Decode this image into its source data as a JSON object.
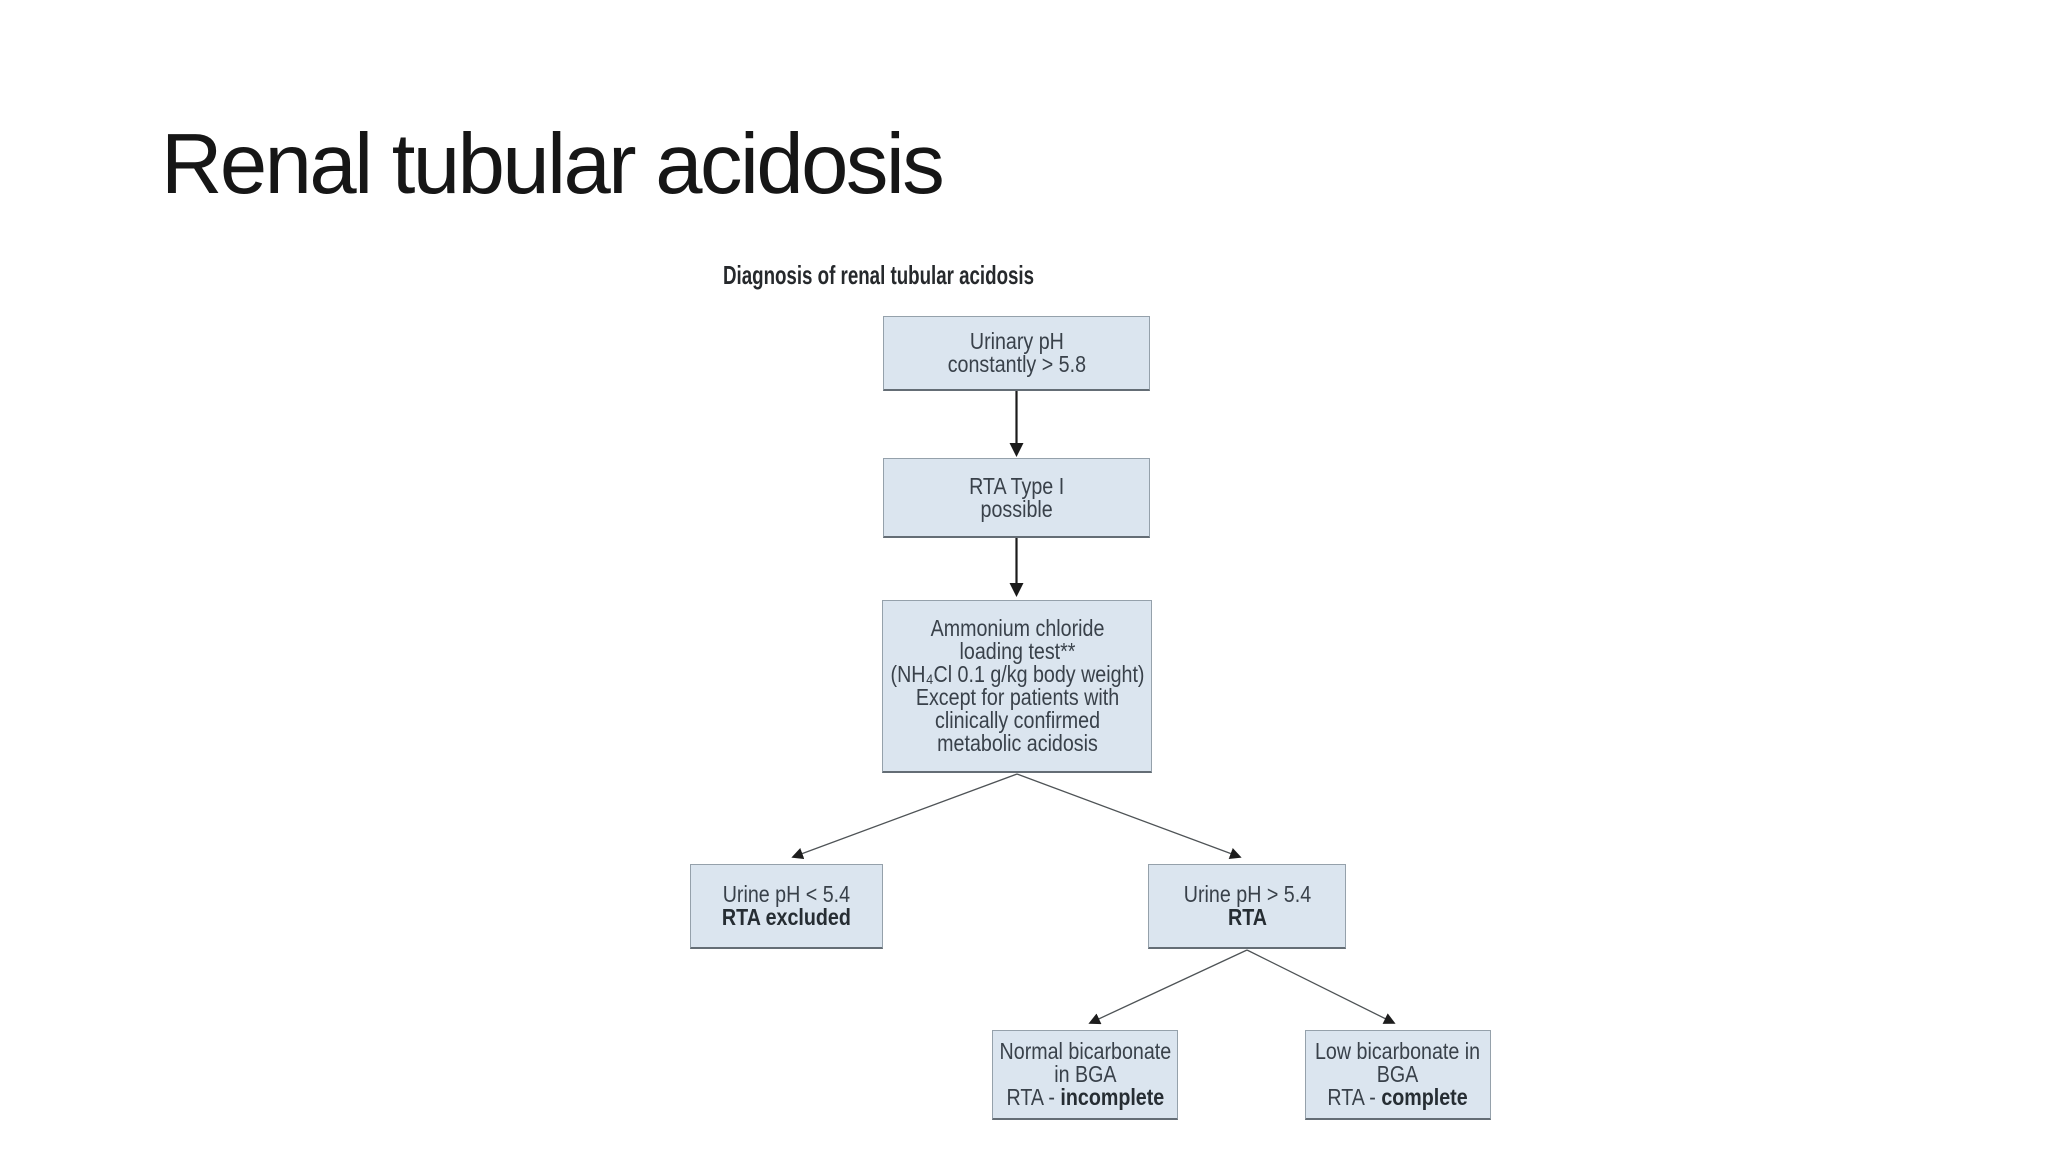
{
  "slide": {
    "title": "Renal tubular acidosis"
  },
  "flowchart": {
    "heading": "Diagnosis of renal tubular acidosis",
    "boxes": [
      {
        "id": "urinary-ph",
        "lines": [
          {
            "text": "Urinary pH"
          },
          {
            "text": "constantly > 5.8"
          }
        ]
      },
      {
        "id": "rta-type-i",
        "lines": [
          {
            "text": "RTA Type I"
          },
          {
            "text": "possible"
          }
        ]
      },
      {
        "id": "ammonium-chloride-loading-test",
        "lines": [
          {
            "text": "Ammonium chloride"
          },
          {
            "text": "loading test**"
          },
          {
            "text": "(NH₄Cl 0.1 g/kg body weight)"
          },
          {
            "text": "Except for patients with"
          },
          {
            "text": "clinically confirmed"
          },
          {
            "text": "metabolic acidosis"
          }
        ]
      },
      {
        "id": "urine-ph-low",
        "lines": [
          {
            "text": "Urine pH < 5.4"
          },
          {
            "text": "RTA excluded",
            "bold": true
          }
        ]
      },
      {
        "id": "urine-ph-high",
        "lines": [
          {
            "text": "Urine pH > 5.4"
          },
          {
            "text": "RTA",
            "bold": true
          }
        ]
      },
      {
        "id": "normal-bicarbonate",
        "lines": [
          {
            "text": "Normal bicarbonate"
          },
          {
            "text": "in BGA"
          },
          {
            "prefix": "RTA - ",
            "bold_text": "incomplete"
          }
        ]
      },
      {
        "id": "low-bicarbonate",
        "lines": [
          {
            "text": "Low bicarbonate in"
          },
          {
            "text": "BGA"
          },
          {
            "prefix": "RTA - ",
            "bold_text": "complete"
          }
        ]
      }
    ]
  },
  "theme": {
    "bg": "#ffffff",
    "title-color": "#161616",
    "heading-color": "#26292c",
    "box-fill": "#dbe5ef",
    "box-border": "#95a1ab",
    "box-border-bottom": "#646d75",
    "box-text": "#39414a",
    "arrow-color": "#1b1b1b",
    "branch-line-color": "#4e5356"
  }
}
